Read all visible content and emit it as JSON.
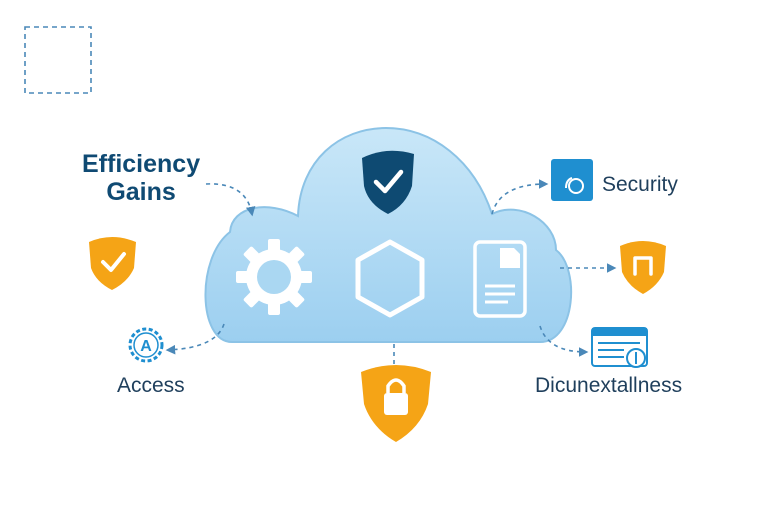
{
  "title": {
    "line1": "Efficiency",
    "line2": "Gains"
  },
  "labels": {
    "security": "Security",
    "access": "Access",
    "dicunext": "Dicunextallness"
  },
  "badge_letter": "A",
  "colors": {
    "cloud_fill": "#b7ddf4",
    "cloud_stroke": "#8cc3e6",
    "navy": "#0e4a72",
    "accent_blue": "#1f8fd0",
    "orange": "#f5a416",
    "title_text": "#0f4a73",
    "dashed_line": "#4a88b8"
  },
  "icons": [
    "dashed-square-icon",
    "shield-check-icon",
    "gear-icon",
    "hexagon-icon",
    "tablet-document-icon",
    "security-chip-icon",
    "orange-shield-check-icon",
    "orange-shield-n-icon",
    "gear-badge-a-icon",
    "lock-shield-icon",
    "dashboard-grid-icon"
  ]
}
